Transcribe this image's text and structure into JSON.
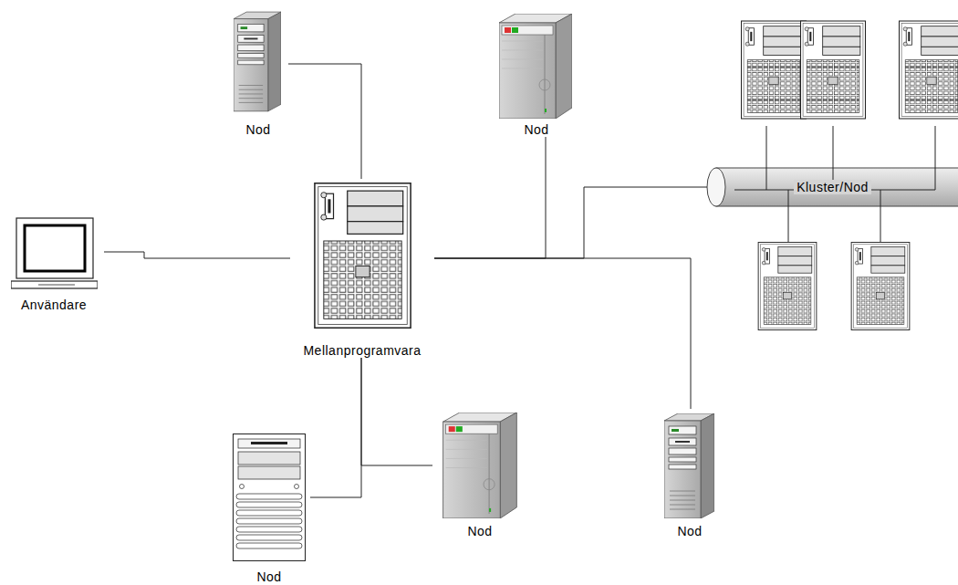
{
  "diagram": {
    "nodes": [
      {
        "text": [
          "Nod"
        ]
      },
      {
        "text": [
          "Nod"
        ]
      },
      {
        "text": [
          "Kluster/Nod"
        ]
      },
      {
        "text": [
          "Användare"
        ]
      },
      {
        "text": [
          "Mellanprogramvara"
        ]
      },
      {
        "text": [
          "Nod"
        ]
      },
      {
        "text": [
          "Nod"
        ]
      },
      {
        "text": [
          "Nod"
        ]
      }
    ],
    "edges": [
      {
        "from": 3,
        "to": 4,
        "arrow": "none"
      },
      {
        "from": 4,
        "to": 0,
        "arrow": "none"
      },
      {
        "from": 4,
        "to": 1,
        "arrow": "none"
      },
      {
        "from": 4,
        "to": 2,
        "arrow": "none"
      },
      {
        "from": 4,
        "to": 5,
        "arrow": "none"
      },
      {
        "from": 4,
        "to": 6,
        "arrow": "none"
      },
      {
        "from": 4,
        "to": 7,
        "arrow": "none"
      }
    ]
  }
}
